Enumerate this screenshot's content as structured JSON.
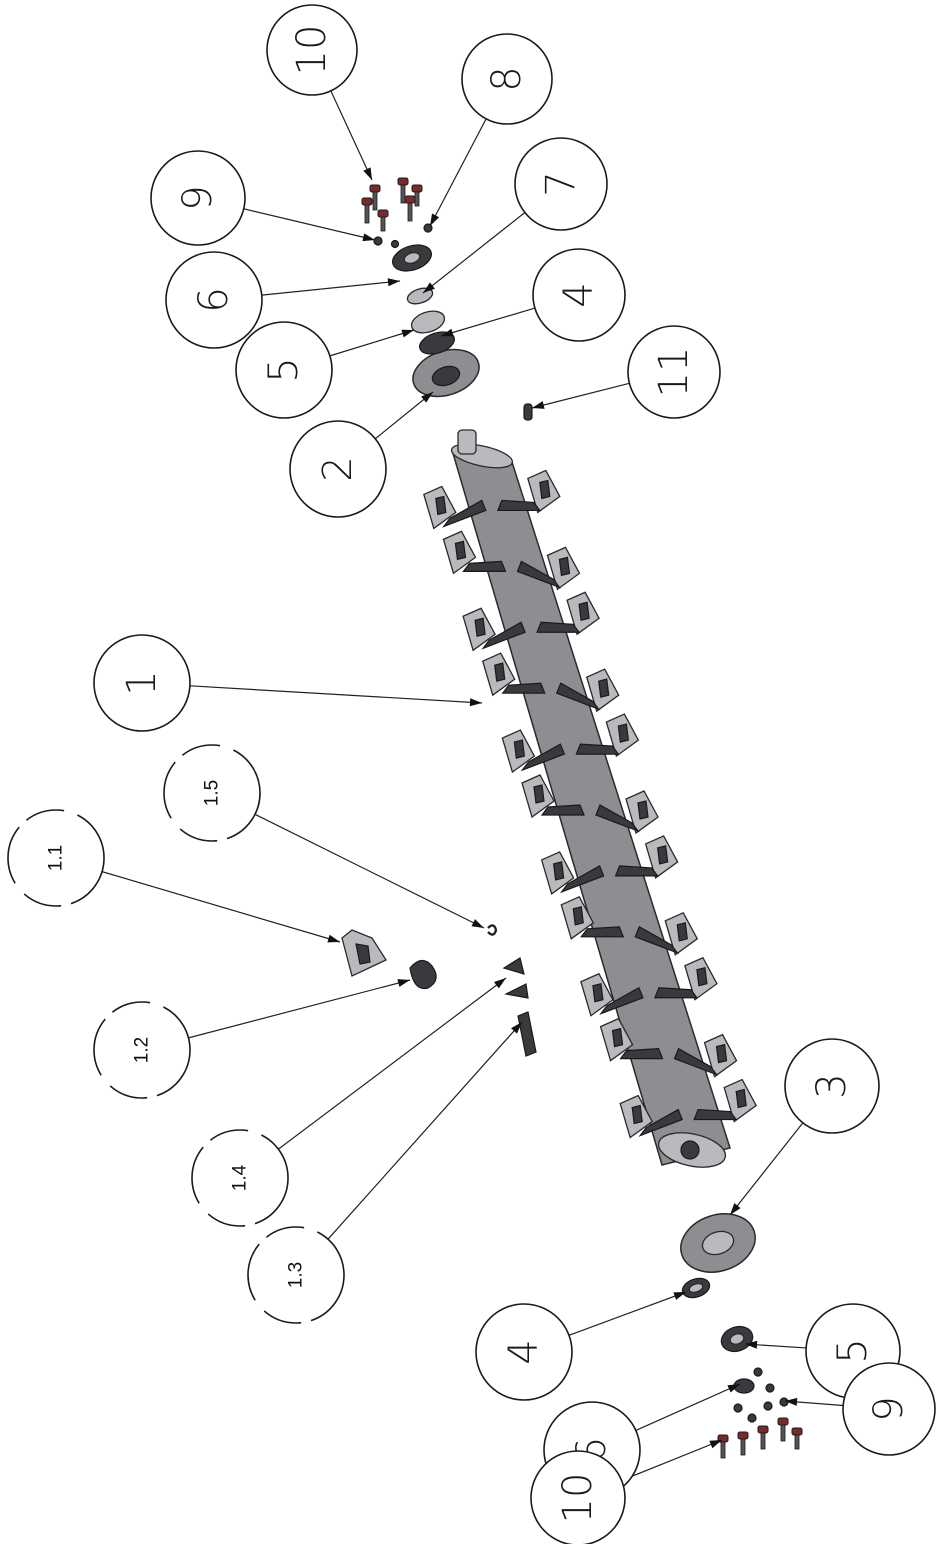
{
  "callouts": [
    {
      "id": "c-10-top",
      "label": "10"
    },
    {
      "id": "c-8",
      "label": "8"
    },
    {
      "id": "c-9-top",
      "label": "9"
    },
    {
      "id": "c-7",
      "label": "7"
    },
    {
      "id": "c-6-top",
      "label": "6"
    },
    {
      "id": "c-4-top",
      "label": "4"
    },
    {
      "id": "c-5-top",
      "label": "5"
    },
    {
      "id": "c-11",
      "label": "11"
    },
    {
      "id": "c-2",
      "label": "2"
    },
    {
      "id": "c-1",
      "label": "1"
    },
    {
      "id": "c-1-5",
      "label": "1.5"
    },
    {
      "id": "c-1-1",
      "label": "1.1"
    },
    {
      "id": "c-1-2",
      "label": "1.2"
    },
    {
      "id": "c-1-4",
      "label": "1.4"
    },
    {
      "id": "c-1-3",
      "label": "1.3"
    },
    {
      "id": "c-3",
      "label": "3"
    },
    {
      "id": "c-5-bottom",
      "label": "5"
    },
    {
      "id": "c-4-bottom",
      "label": "4"
    },
    {
      "id": "c-6-bottom",
      "label": "6"
    },
    {
      "id": "c-9-bottom",
      "label": "9"
    },
    {
      "id": "c-10-bottom",
      "label": "10"
    }
  ]
}
